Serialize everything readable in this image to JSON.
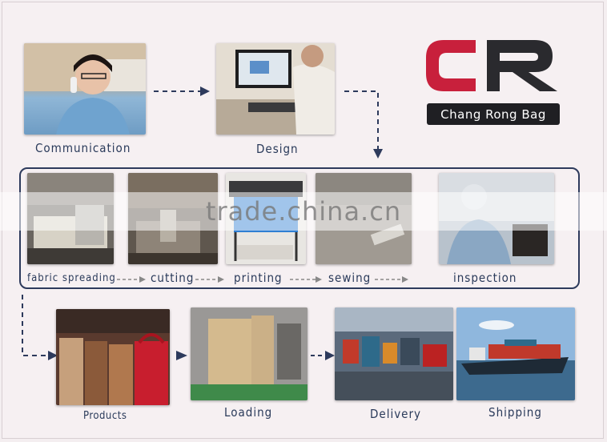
{
  "logo": {
    "letters": "CR",
    "tagline": "Chang Rong Bag",
    "colors": {
      "c": "#c8203c",
      "r": "#2a2a2e"
    }
  },
  "watermark": "trade.china.cn",
  "top_steps": [
    {
      "label": "Communication",
      "icon": "office-worker-phone-photo"
    },
    {
      "label": "Design",
      "icon": "computer-design-photo"
    }
  ],
  "process_steps": [
    {
      "label": "fabric spreading",
      "icon": "fabric-spreading-machine-photo"
    },
    {
      "label": "cutting",
      "icon": "cutting-table-photo"
    },
    {
      "label": "printing",
      "icon": "wide-format-printer-photo"
    },
    {
      "label": "sewing",
      "icon": "sewing-machine-photo"
    },
    {
      "label": "inspection",
      "icon": "worker-inspecting-bag-photo"
    }
  ],
  "bottom_steps": [
    {
      "label": "Products",
      "icon": "handbags-photo"
    },
    {
      "label": "Loading",
      "icon": "stacked-cartons-photo"
    },
    {
      "label": "Delivery",
      "icon": "container-port-photo"
    },
    {
      "label": "Shipping",
      "icon": "cargo-ship-photo"
    }
  ],
  "colors": {
    "accent": "#2d3a5c",
    "label": "#2a3a5a"
  }
}
